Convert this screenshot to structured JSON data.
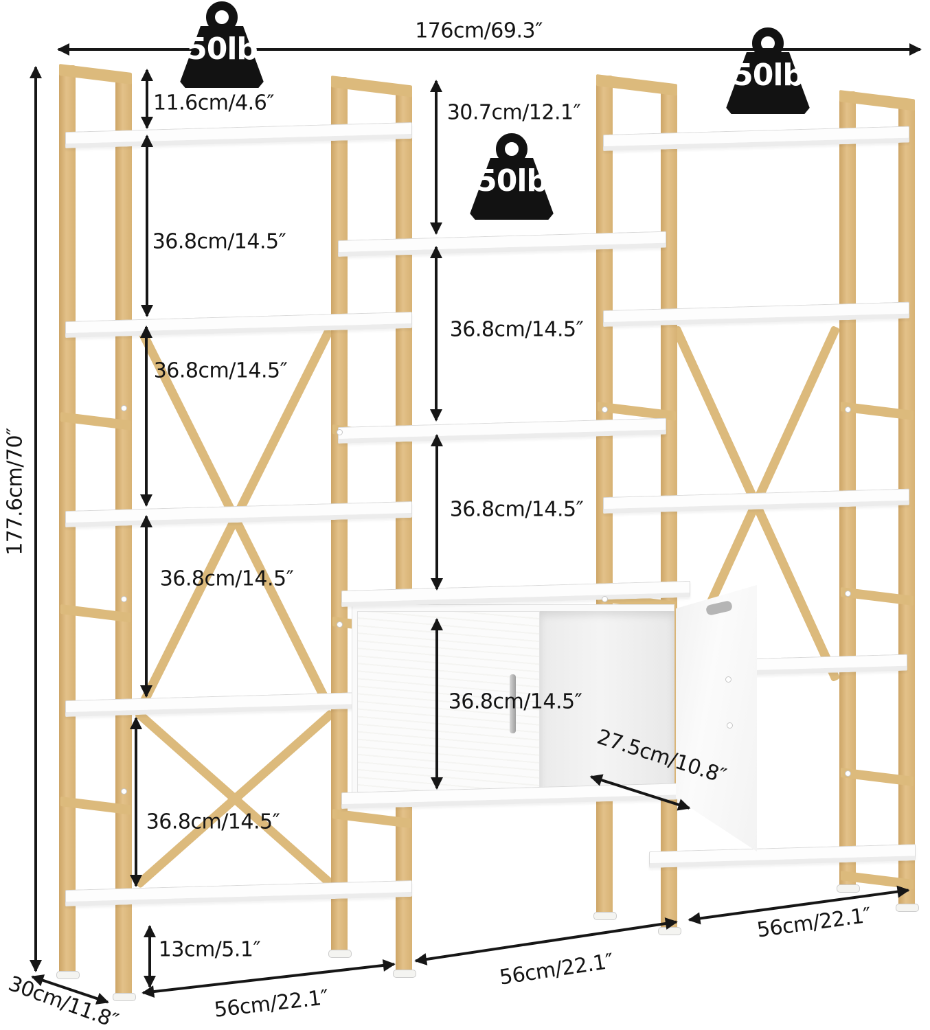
{
  "colors": {
    "frame_gold": "#dcba7c",
    "shelf_white": "#fdfdfd",
    "annotation_black": "#161616",
    "badge_black": "#121212"
  },
  "weight_badges": [
    {
      "label": "50lb"
    },
    {
      "label": "50lb"
    },
    {
      "label": "50lb"
    }
  ],
  "dimensions": {
    "overall_width": "176cm/69.3″",
    "overall_height": "177.6cm/70″",
    "depth": "30cm/11.8″",
    "left_column": {
      "top_gap": "11.6cm/4.6″",
      "gap_1": "36.8cm/14.5″",
      "gap_2": "36.8cm/14.5″",
      "gap_3": "36.8cm/14.5″",
      "gap_4": "36.8cm/14.5″",
      "bottom_gap": "13cm/5.1″",
      "bay_width": "56cm/22.1″"
    },
    "middle_column": {
      "top_gap": "30.7cm/12.1″",
      "gap_1": "36.8cm/14.5″",
      "gap_2": "36.8cm/14.5″",
      "cabinet_inner_height": "36.8cm/14.5″",
      "cabinet_depth": "27.5cm/10.8″",
      "bay_width": "56cm/22.1″"
    },
    "right_column": {
      "bay_width": "56cm/22.1″"
    }
  }
}
